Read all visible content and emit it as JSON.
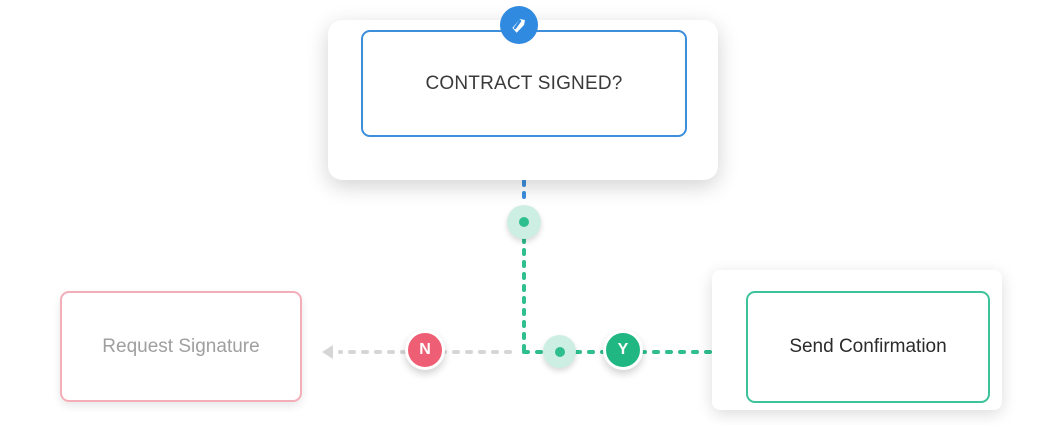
{
  "decision": {
    "label": "CONTRACT SIGNED?",
    "badge_icon": "tag-icon",
    "color": "#3d8fdc"
  },
  "branches": {
    "no": {
      "tag": "N",
      "target_label": "Request Signature",
      "color": "#ee5e74"
    },
    "yes": {
      "tag": "Y",
      "target_label": "Send Confirmation",
      "color": "#21b783"
    }
  }
}
